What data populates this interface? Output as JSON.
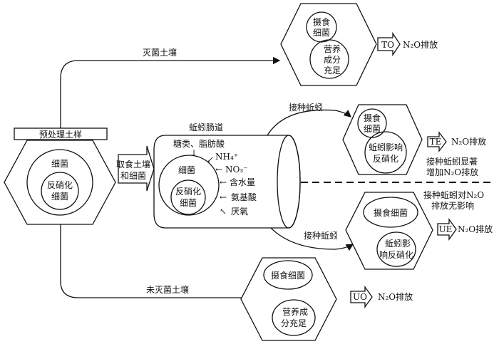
{
  "pretreat": {
    "label": "预处理土样",
    "outer": "细菌",
    "inner1": "反硝化",
    "inner2": "细菌"
  },
  "feed_arrow": {
    "line1": "取食土壤",
    "line2": "和细菌"
  },
  "gut": {
    "title": "蚯蚓肠道",
    "sugar": "糖类、脂肪酸",
    "nh4": "NH₄⁺",
    "no3": "NO₃⁻",
    "water": "含水量",
    "amino": "氨基酸",
    "anaerobic": "厌氧",
    "bacteria": "细菌",
    "denit1": "反硝化",
    "denit2": "细菌"
  },
  "sterile_label": "灭菌土壤",
  "unsterile_label": "未灭菌土壤",
  "inoculate_top": "接种蚯蚓",
  "inoculate_bottom": "接种蚯蚓",
  "to": {
    "badge": "TO",
    "emission": "N₂O排放",
    "c1a": "摄食",
    "c1b": "细菌",
    "c2a": "营养",
    "c2b": "成分",
    "c2c": "充足"
  },
  "te": {
    "badge": "TE",
    "emission": "N₂O排放",
    "c1a": "摄食",
    "c1b": "细菌",
    "c2a": "蚯蚓影响",
    "c2b": "反硝化",
    "note1": "接种蚯蚓显著",
    "note2": "增加N₂O排放"
  },
  "ue": {
    "badge": "UE",
    "emission": "N₂O排放",
    "c1": "摄食细菌",
    "c2a": "蚯蚓影",
    "c2b": "响反硝化",
    "note1": "接种蚯蚓对N₂O",
    "note2": "排放无影响"
  },
  "uo": {
    "badge": "UO",
    "emission": "N₂O排放",
    "c1": "摄食细菌",
    "c2a": "营养成",
    "c2b": "分充足"
  }
}
